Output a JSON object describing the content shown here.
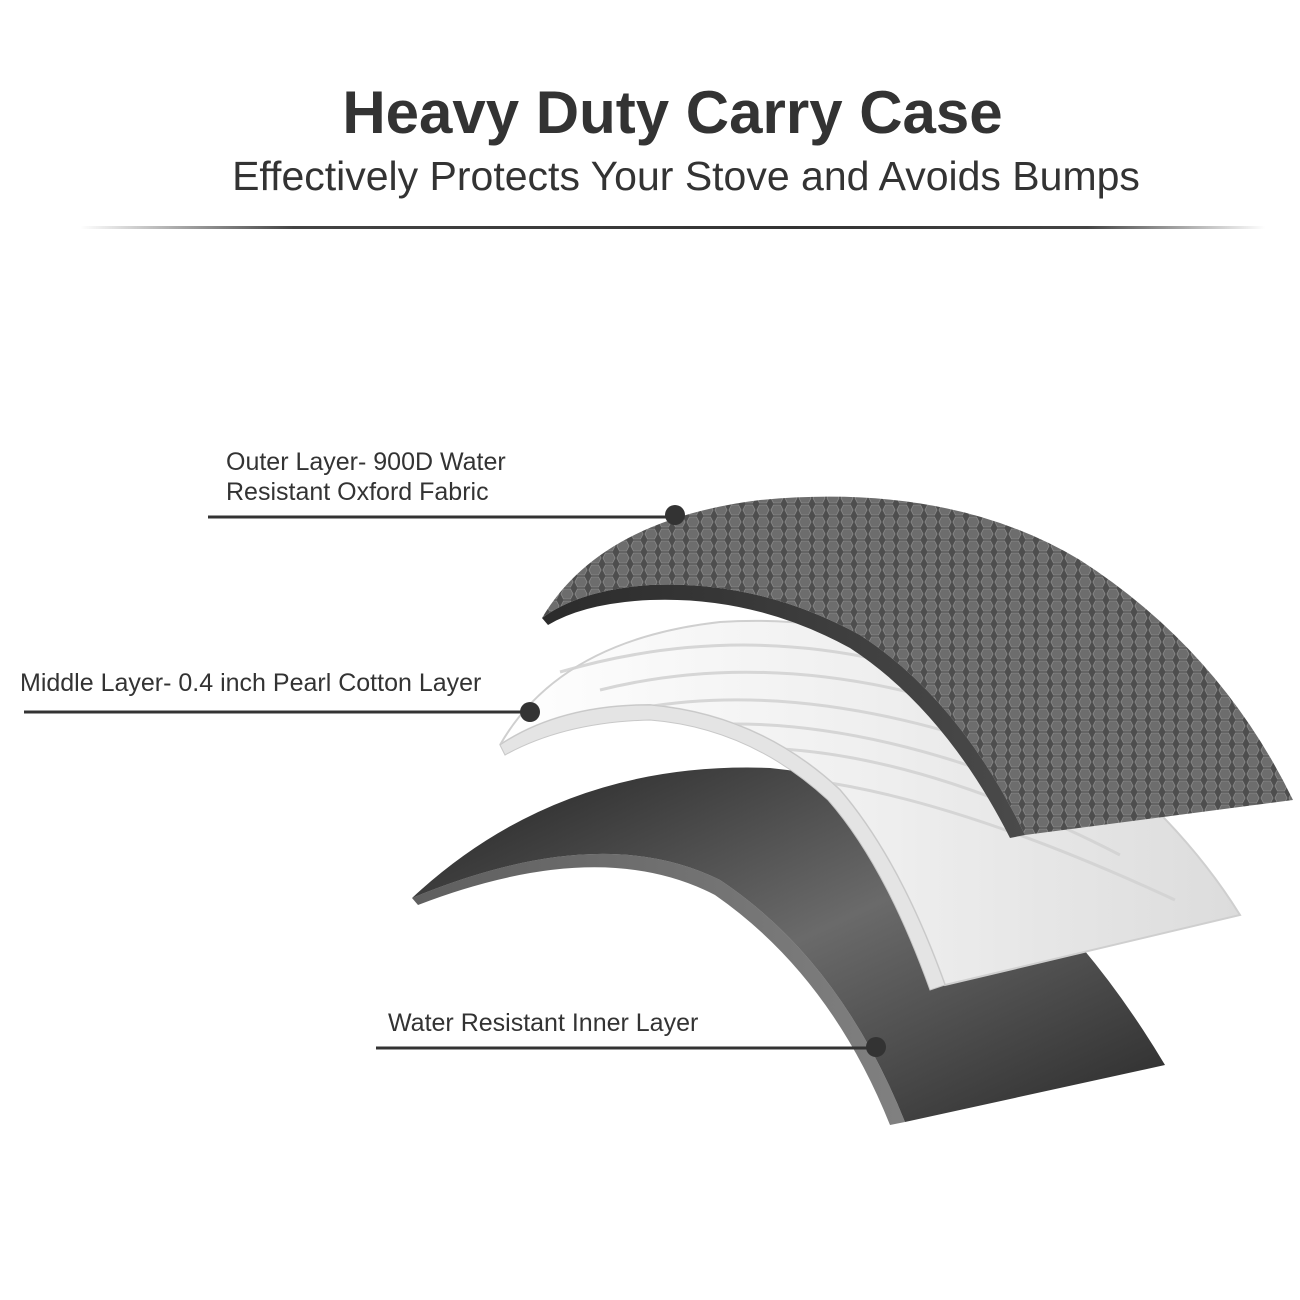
{
  "header": {
    "title": "Heavy Duty Carry Case",
    "subtitle": "Effectively Protects Your Stove and Avoids Bumps"
  },
  "layers": [
    {
      "id": "outer",
      "line1": "Outer Layer- 900D Water",
      "line2": "Resistant Oxford Fabric"
    },
    {
      "id": "middle",
      "line1": "Middle Layer- 0.4 inch Pearl Cotton Layer"
    },
    {
      "id": "inner",
      "line1": "Water Resistant Inner Layer"
    }
  ],
  "colors": {
    "text": "#333333",
    "outer_fabric": "#555555",
    "foam": "#f2f2f2",
    "inner_layer": "#3a3a3a"
  }
}
